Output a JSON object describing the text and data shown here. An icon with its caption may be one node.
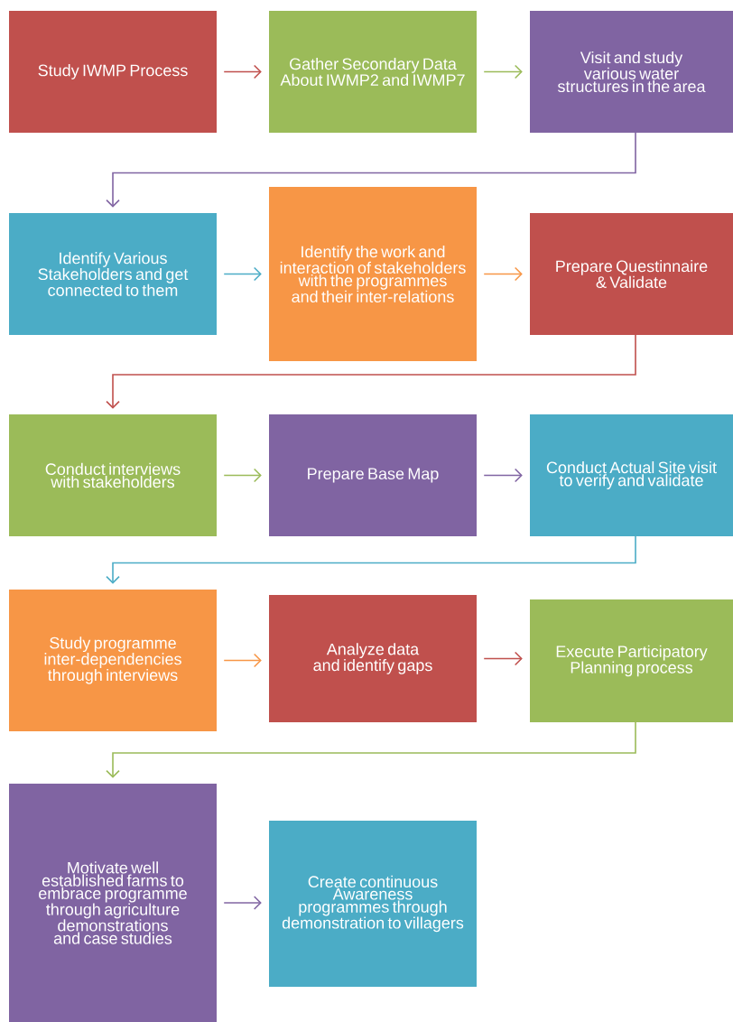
{
  "diagram": {
    "nodes": [
      {
        "text": [
          "Study IWMP Process"
        ]
      },
      {
        "text": [
          "Gather Secondary Data About IWMP2 and IWMP7"
        ]
      },
      {
        "text": [
          "Visit and study various water structures in the area"
        ]
      },
      {
        "text": [
          "Identify Various Stakeholders and get connected to them"
        ]
      },
      {
        "text": [
          "Identify the work and interaction of stakeholders with the programmes and their inter-relations"
        ]
      },
      {
        "text": [
          "Prepare Questinnaire & Validate"
        ]
      },
      {
        "text": [
          "Conduct interviews with stakeholders"
        ]
      },
      {
        "text": [
          "Prepare Base Map"
        ]
      },
      {
        "text": [
          "Conduct Actual Site visit to verify and validate"
        ]
      },
      {
        "text": [
          "Study programme inter-dependencies through interviews"
        ]
      },
      {
        "text": [
          "Analyze data and identify gaps"
        ]
      },
      {
        "text": [
          "Execute Participatory Planning process"
        ]
      },
      {
        "text": [
          "Motivate well established farms to embrace programme through agriculture demonstrations and case studies"
        ]
      },
      {
        "text": [
          "Create continuous Awareness programmes through demonstration to villagers"
        ]
      }
    ],
    "edges": [
      {
        "from": 0,
        "to": 1,
        "arrow": "to",
        "color": "#c0504d"
      },
      {
        "from": 1,
        "to": 2,
        "arrow": "to",
        "color": "#9bbb59"
      },
      {
        "from": 2,
        "to": 3,
        "arrow": "to",
        "color": "#8064a2"
      },
      {
        "from": 3,
        "to": 4,
        "arrow": "to",
        "color": "#4bacc6"
      },
      {
        "from": 4,
        "to": 5,
        "arrow": "to",
        "color": "#f79646"
      },
      {
        "from": 5,
        "to": 6,
        "arrow": "to",
        "color": "#c0504d"
      },
      {
        "from": 6,
        "to": 7,
        "arrow": "to",
        "color": "#9bbb59"
      },
      {
        "from": 7,
        "to": 8,
        "arrow": "to",
        "color": "#8064a2"
      },
      {
        "from": 8,
        "to": 9,
        "arrow": "to",
        "color": "#4bacc6"
      },
      {
        "from": 9,
        "to": 10,
        "arrow": "to",
        "color": "#f79646"
      },
      {
        "from": 10,
        "to": 11,
        "arrow": "to",
        "color": "#c0504d"
      },
      {
        "from": 11,
        "to": 12,
        "arrow": "to",
        "color": "#9bbb59"
      },
      {
        "from": 12,
        "to": 13,
        "arrow": "to",
        "color": "#8064a2"
      }
    ]
  }
}
